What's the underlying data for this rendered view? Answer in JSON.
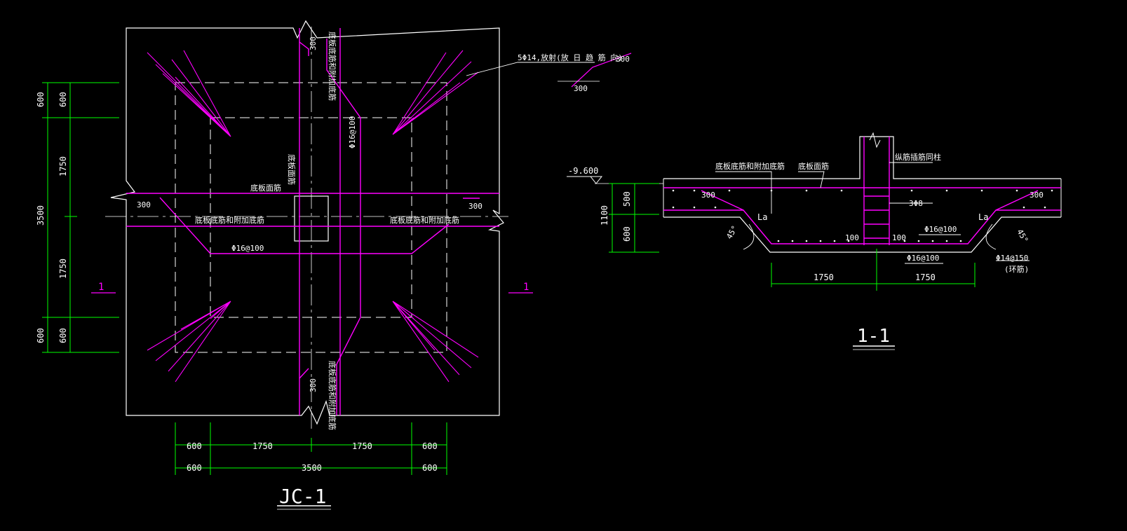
{
  "colors": {
    "outline": "#ffffff",
    "rebar": "#ff00ff",
    "dimension": "#00ff00",
    "text": "#ffffff"
  },
  "plan": {
    "title": "JC-1",
    "section_mark": "1",
    "labels": {
      "radial_note": "5Φ14,放射(放 日 趋 筋 向)",
      "top_rebar": "底板面筋",
      "top_rebar_vertical": "底板面筋",
      "bottom_add_left": "底板底筋和附加底筋",
      "bottom_add_right": "底板底筋和附加底筋",
      "bottom_add_vertical_top": "底板底筋和附加底筋",
      "bottom_add_vertical_bottom": "底板底筋和附加底筋",
      "spacing_vertical": "Φ16@100",
      "spacing_horizontal": "Φ16@100",
      "note_300_a": "300",
      "note_300_b": "300",
      "note_300_left": "300",
      "note_300_right": "300",
      "note_300_top": "300",
      "note_300_bottom": "300"
    },
    "dims_left_outer": [
      "600",
      "3500",
      "600"
    ],
    "dims_left_inner": [
      "600",
      "1750",
      "1750",
      "600"
    ],
    "dims_bottom_upper": [
      "600",
      "1750",
      "1750",
      "600"
    ],
    "dims_bottom_lower": [
      "600",
      "3500",
      "600"
    ]
  },
  "section": {
    "title": "1-1",
    "elevation": "-9.600",
    "labels": {
      "bottom_add": "底板底筋和附加底筋",
      "top_rebar": "底板面筋",
      "column_rebar": "纵筋插筋同柱",
      "stirrup": "3Φ8",
      "spacing_top": "Φ16@100",
      "spacing_bottom": "Φ16@100",
      "ring": "Φ14@150",
      "ring_note": "(环筋)",
      "la_left": "La",
      "la_right": "La",
      "angle_left": "45°",
      "angle_right": "45°",
      "c300_left": "300",
      "c300_right": "300",
      "c100_left": "100",
      "c100_right": "100"
    },
    "dims_left_outer": [
      "1100"
    ],
    "dims_left_inner": [
      "500",
      "600"
    ],
    "dims_bottom": [
      "1750",
      "1750"
    ]
  }
}
